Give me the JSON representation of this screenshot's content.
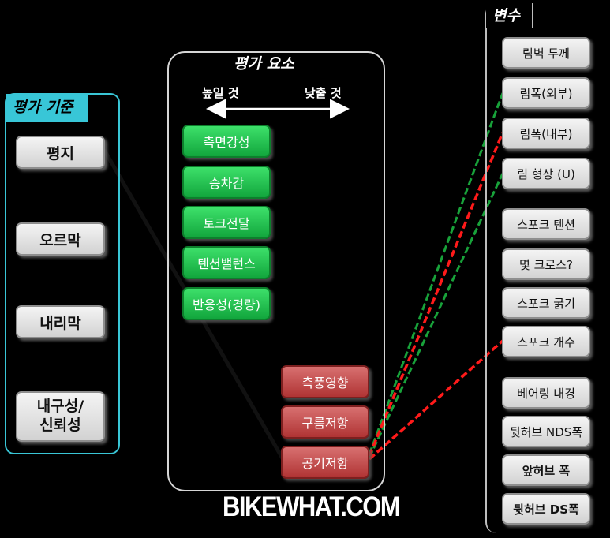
{
  "criteria": {
    "title": "평가 기준",
    "items": [
      "평지",
      "오르막",
      "내리막",
      "내구성/\n신뢰성"
    ]
  },
  "elements": {
    "title": "평가 요소",
    "axis_left": "높일 것",
    "axis_right": "낮출 것",
    "raise": [
      "측면강성",
      "승차감",
      "토크전달",
      "텐션밸런스",
      "반응성(경량)"
    ],
    "lower": [
      "측풍영향",
      "구름저항",
      "공기저항"
    ]
  },
  "variables": {
    "title": "변수",
    "items": [
      "림벽 두께",
      "림폭(외부)",
      "림폭(내부)",
      "림 형상 (U)",
      "스포크 텐션",
      "몇 크로스?",
      "스포크 굵기",
      "스포크 개수",
      "베어링 내경",
      "뒷허브 NDS폭",
      "앞허브 폭",
      "뒷허브 DS폭"
    ]
  },
  "logo": "BIKEWHAT.COM",
  "colors": {
    "criteria_accent": "#38c6d7",
    "raise_green": "#1fbf4f",
    "lower_red": "#c04545",
    "link_black": "#000000",
    "link_green": "#18a23a",
    "link_red": "#ff1a1a"
  }
}
